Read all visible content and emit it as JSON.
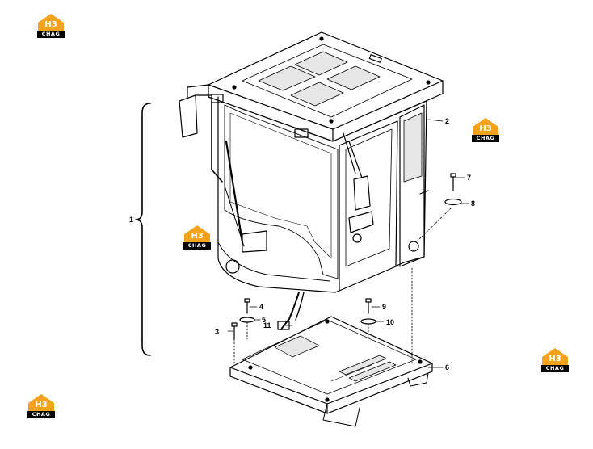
{
  "callouts": {
    "c1": "1",
    "c2": "2",
    "c3": "3",
    "c4": "4",
    "c5": "5",
    "c6": "6",
    "c7": "7",
    "c8": "8",
    "c9": "9",
    "c10": "10",
    "c11": "11"
  },
  "watermark": {
    "mark": "H3",
    "text": "CHAG",
    "colors": {
      "orange": "#f5a21c",
      "black": "#000000"
    }
  },
  "colors": {
    "line": "#000000",
    "fill": "#ffffff",
    "shade": "#e6e6e6"
  }
}
